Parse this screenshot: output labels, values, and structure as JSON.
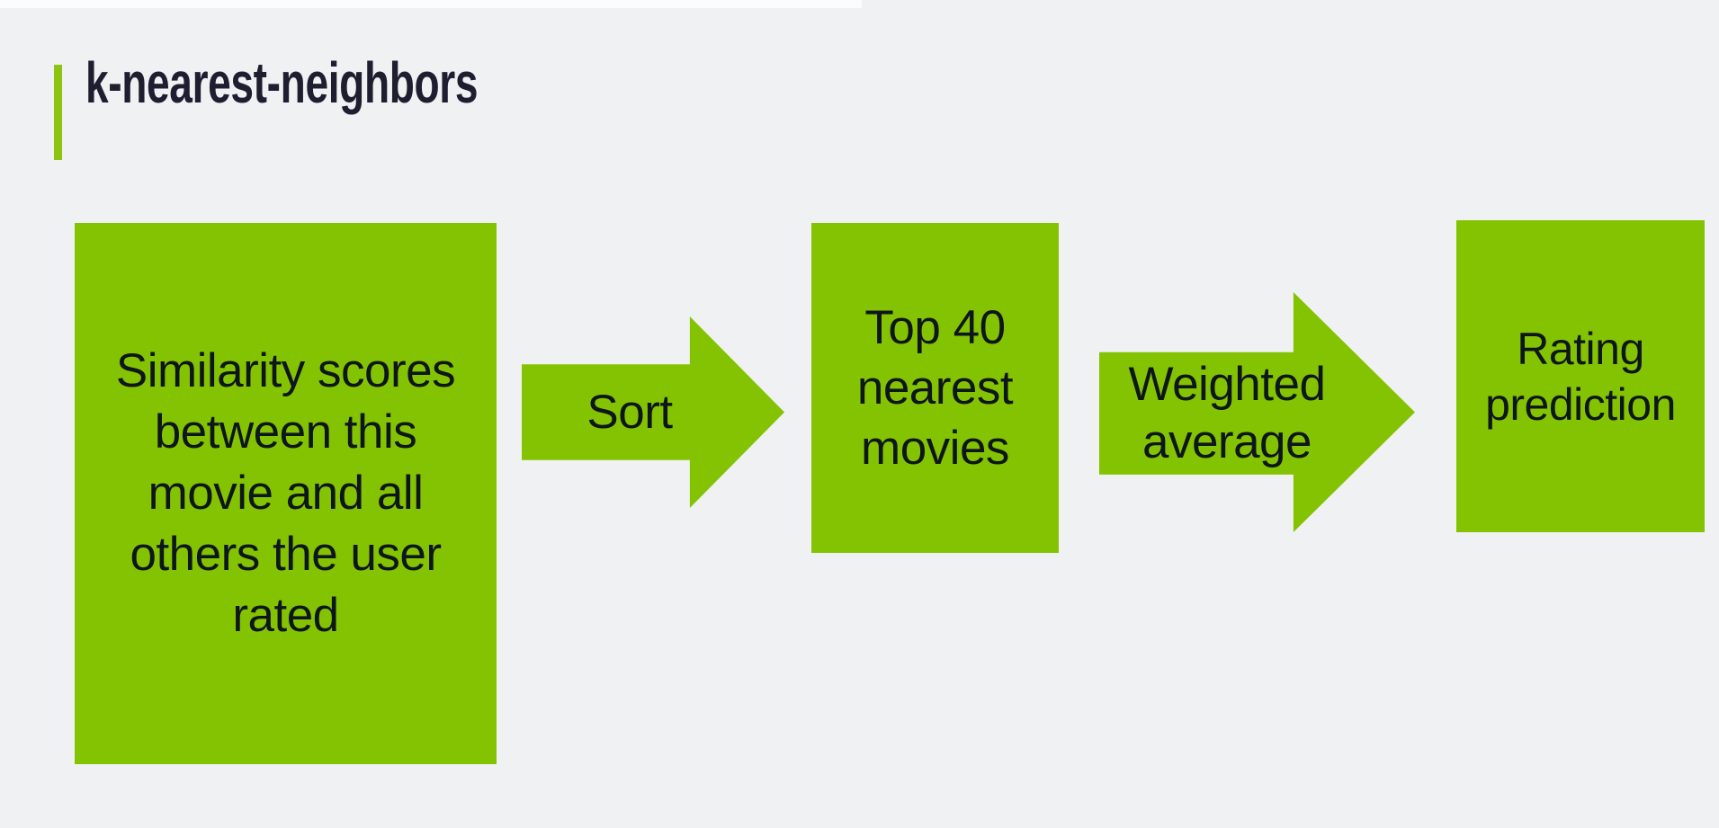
{
  "slide": {
    "title": "k-nearest-neighbors",
    "colors": {
      "background": "#f0f1f3",
      "accent_bar_green": "#8cc40e",
      "shape_green": "#84c301",
      "title_text": "#1e1e30",
      "body_text": "#0e161d"
    }
  },
  "flow": {
    "boxes": [
      {
        "id": "similarity-scores",
        "text": "Similarity scores between this movie and all others the user rated",
        "lines": [
          "Similarity scores",
          "between this",
          "movie and all",
          "others the user",
          "rated"
        ]
      },
      {
        "id": "top-40-nearest-movies",
        "text": "Top 40 nearest movies",
        "lines": [
          "Top 40",
          "nearest",
          "movies"
        ]
      },
      {
        "id": "rating-prediction",
        "text": "Rating prediction",
        "lines": [
          "Rating",
          "prediction"
        ]
      }
    ],
    "arrows": [
      {
        "id": "sort",
        "text": "Sort",
        "lines": [
          "Sort"
        ]
      },
      {
        "id": "weighted-average",
        "text": "Weighted average",
        "lines": [
          "Weighted",
          "average"
        ]
      }
    ]
  }
}
